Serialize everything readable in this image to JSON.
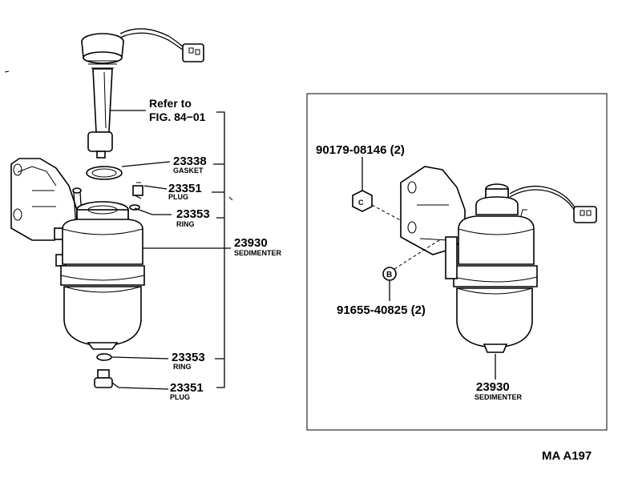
{
  "left_assembly": {
    "refer_line1": "Refer to",
    "refer_line2": "FIG. 84−01",
    "callouts": [
      {
        "part_no": "23338",
        "desc": "GASKET"
      },
      {
        "part_no": "23351",
        "desc": "PLUG"
      },
      {
        "part_no": "23353",
        "desc": "RING"
      },
      {
        "part_no": "23930",
        "desc": "SEDIMENTER"
      },
      {
        "part_no": "23353",
        "desc": "RING"
      },
      {
        "part_no": "23351",
        "desc": "PLUG"
      }
    ]
  },
  "inset": {
    "nut_label": "90179-08146 (2)",
    "bolt_label": "91655-40825 (2)",
    "nut_marker": "C",
    "bolt_marker": "B",
    "sedimenter_part_no": "23930",
    "sedimenter_desc": "SEDIMENTER"
  },
  "figure_code": "MA A197"
}
